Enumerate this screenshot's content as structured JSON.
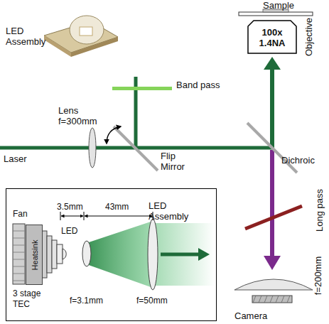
{
  "diagram": {
    "nodes": [
      {
        "text": [
          "100x 1.4NA",
          "Objective"
        ]
      },
      {
        "text": [
          "LED Assembly"
        ]
      },
      {
        "text": [
          "Heatsink"
        ],
        "in": 1
      }
    ],
    "labels": [
      "LED Assembly",
      "Sample",
      "Band pass",
      "Lens f=300mm",
      "Flip Mirror",
      "Laser",
      "Dichroic",
      "Long pass",
      "f=200mm",
      "Camera",
      "Fan",
      "3.5mm",
      "43mm",
      "LED",
      "3 stage TEC",
      "f=3.1mm",
      "f=50mm"
    ]
  }
}
